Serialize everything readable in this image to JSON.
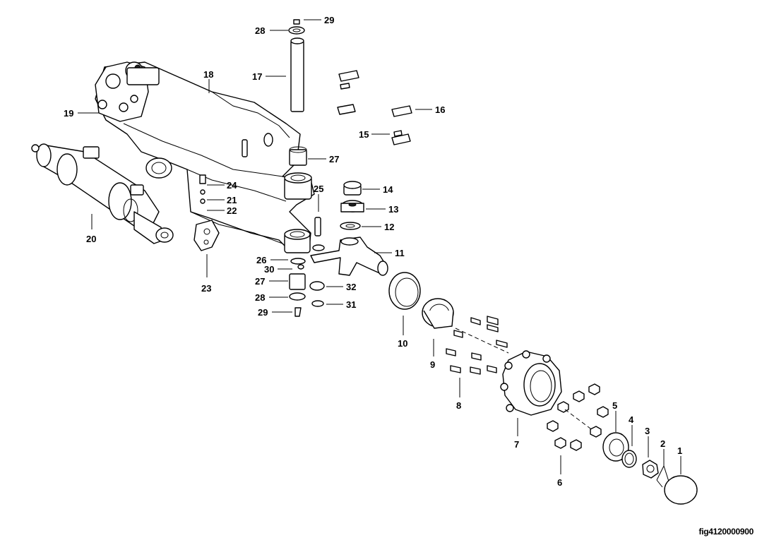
{
  "figure_code": "fig4120000900",
  "callouts": [
    {
      "id": "29a",
      "text": "29"
    },
    {
      "id": "28a",
      "text": "28"
    },
    {
      "id": "17",
      "text": "17"
    },
    {
      "id": "18",
      "text": "18"
    },
    {
      "id": "16",
      "text": "16"
    },
    {
      "id": "19",
      "text": "19"
    },
    {
      "id": "15",
      "text": "15"
    },
    {
      "id": "27a",
      "text": "27"
    },
    {
      "id": "24",
      "text": "24"
    },
    {
      "id": "25",
      "text": "25"
    },
    {
      "id": "14",
      "text": "14"
    },
    {
      "id": "21",
      "text": "21"
    },
    {
      "id": "13",
      "text": "13"
    },
    {
      "id": "22",
      "text": "22"
    },
    {
      "id": "12",
      "text": "12"
    },
    {
      "id": "20",
      "text": "20"
    },
    {
      "id": "11",
      "text": "11"
    },
    {
      "id": "26",
      "text": "26"
    },
    {
      "id": "30",
      "text": "30"
    },
    {
      "id": "23",
      "text": "23"
    },
    {
      "id": "27b",
      "text": "27"
    },
    {
      "id": "32",
      "text": "32"
    },
    {
      "id": "28b",
      "text": "28"
    },
    {
      "id": "31",
      "text": "31"
    },
    {
      "id": "29b",
      "text": "29"
    },
    {
      "id": "10",
      "text": "10"
    },
    {
      "id": "9",
      "text": "9"
    },
    {
      "id": "8",
      "text": "8"
    },
    {
      "id": "7",
      "text": "7"
    },
    {
      "id": "5",
      "text": "5"
    },
    {
      "id": "4",
      "text": "4"
    },
    {
      "id": "3",
      "text": "3"
    },
    {
      "id": "2",
      "text": "2"
    },
    {
      "id": "1",
      "text": "1"
    },
    {
      "id": "6",
      "text": "6"
    }
  ]
}
